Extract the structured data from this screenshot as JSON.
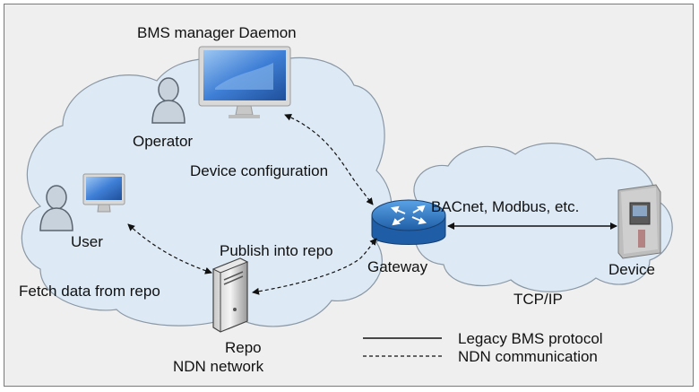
{
  "diagram": {
    "title": "BMS manager Daemon",
    "nodes": {
      "operator": "Operator",
      "user": "User",
      "repo": "Repo",
      "gateway": "Gateway",
      "device": "Device"
    },
    "edge_labels": {
      "device_configuration": "Device configuration",
      "publish_into_repo": "Publish into repo",
      "fetch_data_from_repo": "Fetch data from repo",
      "legacy_protocols": "BACnet, Modbus, etc."
    },
    "network_labels": {
      "ndn_network": "NDN network",
      "tcp_ip": "TCP/IP"
    },
    "legend": {
      "solid": "Legacy BMS protocol",
      "dashed": "NDN communication"
    },
    "colors": {
      "cloud_fill": "#dde9f4",
      "cloud_stroke": "#8a97a5",
      "frame_bg": "#efefef",
      "screen_blue": "#3f7fd6",
      "router_blue": "#2f78c4"
    }
  }
}
